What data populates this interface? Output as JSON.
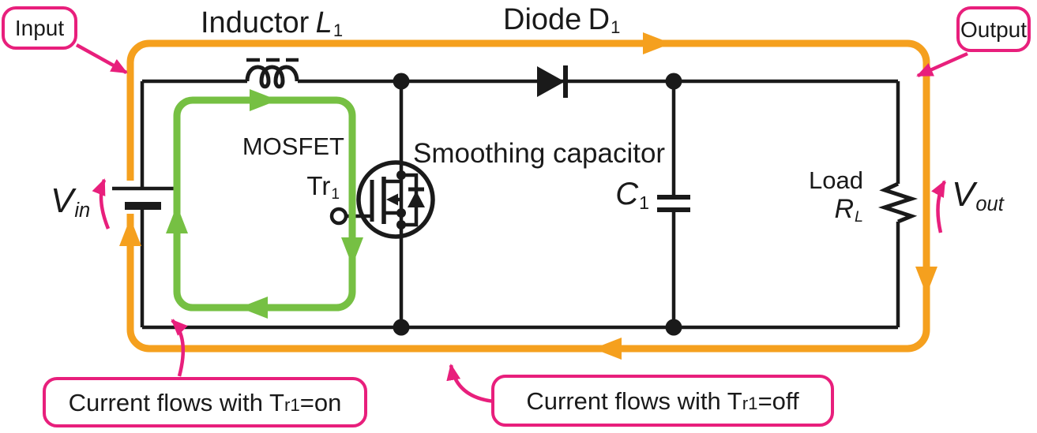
{
  "diagram": {
    "input_label": "Input",
    "output_label": "Output",
    "inductor": {
      "name": "Inductor",
      "ref": "L",
      "sub": "1"
    },
    "diode": {
      "name": "Diode",
      "ref": "D",
      "sub": "1"
    },
    "mosfet": {
      "name": "MOSFET",
      "ref": "Tr",
      "sub": "1"
    },
    "capacitor": {
      "name": "Smoothing capacitor",
      "ref": "C",
      "sub": "1"
    },
    "load": {
      "name": "Load",
      "ref": "R",
      "sub": "L"
    },
    "vin": {
      "ref": "V",
      "sub": "in"
    },
    "vout": {
      "ref": "V",
      "sub": "out"
    },
    "callout_on": {
      "prefix": "Current flows with T",
      "small": "r1",
      "suffix": "=on"
    },
    "callout_off": {
      "prefix": "Current flows with T",
      "small": "r1",
      "suffix": "=off"
    },
    "colors": {
      "current_on_loop_green": "#76C043",
      "current_off_loop_orange": "#F5A01E",
      "annotation_pink": "#E81F7C",
      "wire_black": "#1A1A1A"
    }
  }
}
